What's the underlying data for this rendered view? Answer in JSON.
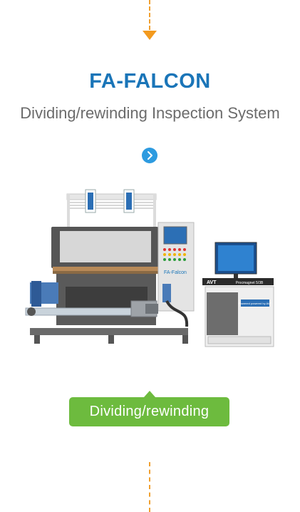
{
  "header": {
    "title": "FA-FALCON",
    "subtitle": "Dividing/rewinding Inspection System"
  },
  "machine": {
    "panel_brand": "FA-Falcon",
    "console_brand": "AVT",
    "console_logo_text": "Procmagnet 5/3B",
    "screen_banner": "Powered powered by AVT"
  },
  "label": {
    "text": "Dividing/rewinding"
  },
  "colors": {
    "accent_blue": "#1a75b8",
    "dash_orange": "#f0a030",
    "label_green": "#6dbb3e",
    "circle_blue": "#2d9be0"
  },
  "icons": {
    "next": "chevron-right-icon",
    "flow_arrow": "arrow-down-icon"
  }
}
